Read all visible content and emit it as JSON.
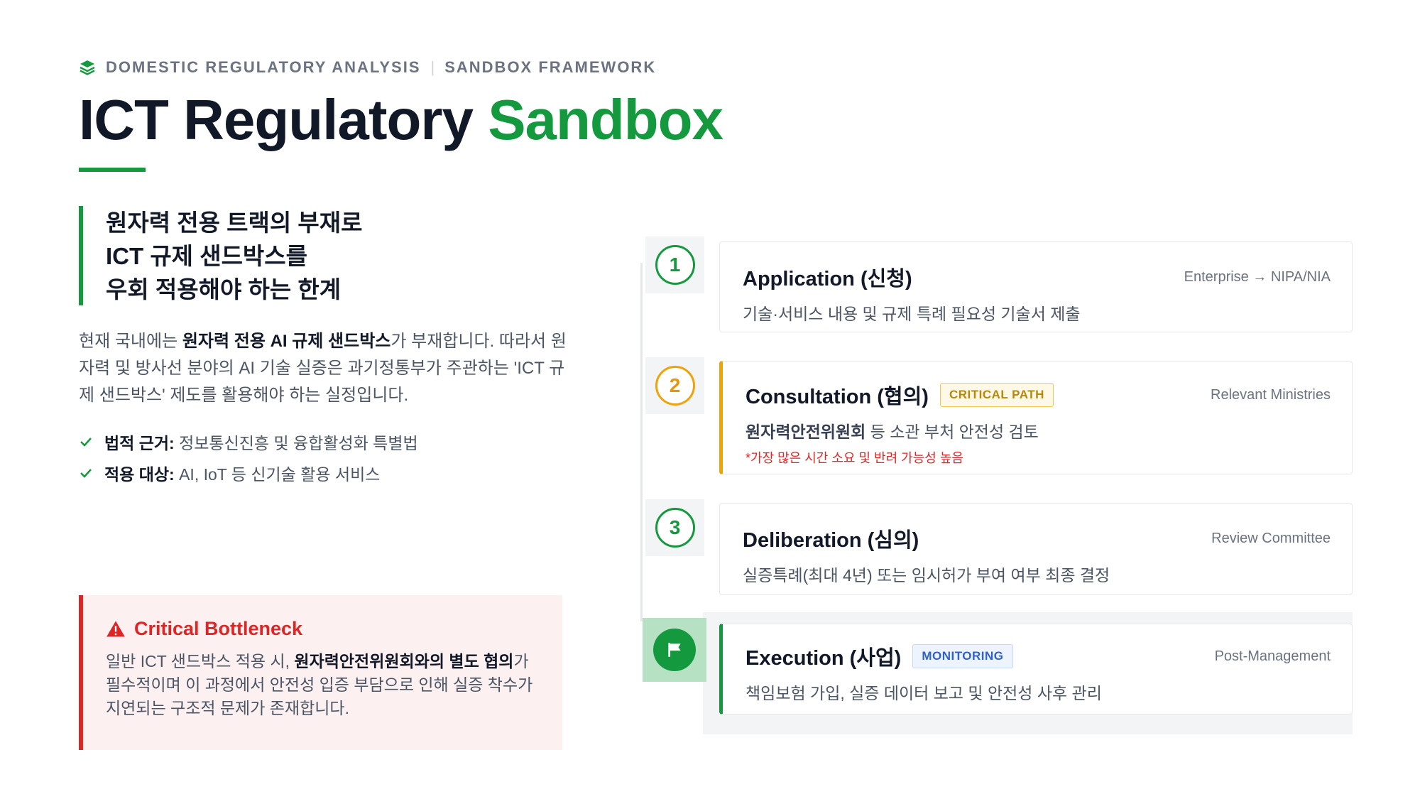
{
  "header": {
    "eyebrow_left": "DOMESTIC REGULATORY ANALYSIS",
    "eyebrow_sep": "|",
    "eyebrow_right": "SANDBOX FRAMEWORK",
    "title_main": "ICT Regulatory",
    "title_accent": "Sandbox",
    "accent_color": "#15993e"
  },
  "quote": {
    "lines": [
      "원자력 전용 트랙의 부재로",
      "ICT 규제 샌드박스를",
      "우회 적용해야 하는 한계"
    ]
  },
  "description": {
    "prefix": "현재 국내에는 ",
    "bold": "원자력 전용 AI 규제 샌드박스",
    "suffix": "가 부재합니다. 따라서 원자력 및 방사선 분야의 AI 기술 실증은 과기정통부가 주관하는 'ICT 규제 샌드박스' 제도를 활용해야 하는 실정입니다."
  },
  "checks": [
    {
      "label": "법적 근거:",
      "text": " 정보통신진흥 및 융합활성화 특별법",
      "icon": "check-icon"
    },
    {
      "label": "적용 대상:",
      "text": " AI, IoT 등 신기술 활용 서비스",
      "icon": "check-icon"
    }
  ],
  "alert": {
    "title": "Critical Bottleneck",
    "icon": "warning-icon",
    "body_prefix": "일반 ICT 샌드박스 적용 시, ",
    "body_bold": "원자력안전위원회와의 별도 협의",
    "body_suffix": "가 필수적이며 이 과정에서 안전성 입증 부담으로 인해 실증 착수가 지연되는 구조적 문제가 존재합니다.",
    "color": "#dc2626"
  },
  "steps": [
    {
      "number": "1",
      "title": "Application (신청)",
      "meta": "Enterprise → NIPA/NIA",
      "text": "기술·서비스 내용 및 규제 특례 필요성 기술서 제출"
    },
    {
      "number": "2",
      "title": "Consultation (협의)",
      "badge": "CRITICAL PATH",
      "meta": "Relevant Ministries",
      "text_bold": "원자력안전위원회",
      "text": " 등 소관 부처 안전성 검토",
      "note": "*가장 많은 시간 소요 및 반려 가능성 높음",
      "color": "#f0a20a"
    },
    {
      "number": "3",
      "title": "Deliberation (심의)",
      "meta": "Review Committee",
      "text": "실증특례(최대 4년) 또는 임시허가 부여 여부 최종 결정"
    },
    {
      "icon": "flag-icon",
      "title": "Execution (사업)",
      "badge": "MONITORING",
      "meta": "Post-Management",
      "text": "책임보험 가입, 실증 데이터 보고 및 안전성 사후 관리"
    }
  ]
}
